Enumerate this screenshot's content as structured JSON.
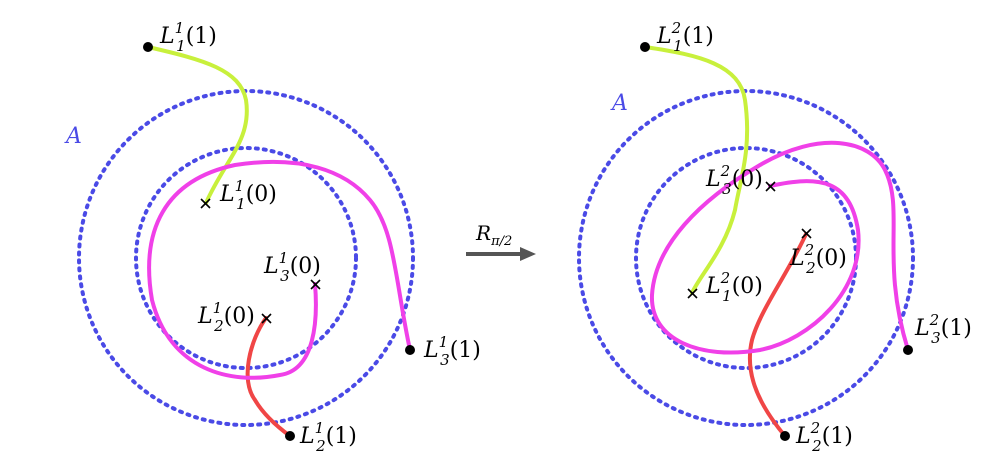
{
  "colors": {
    "annulus": "#4a4ae6",
    "strand_1": "#c8f03c",
    "strand_2": "#f04646",
    "strand_3": "#f040e8",
    "arrow": "#555555"
  },
  "arrow": {
    "label_main": "R",
    "label_sub": "π/2"
  },
  "panels": [
    {
      "annulus_label": "A",
      "labels": [
        {
          "base": "L",
          "sup": "1",
          "sub": "1",
          "arg": "(1)"
        },
        {
          "base": "L",
          "sup": "1",
          "sub": "1",
          "arg": "(0)"
        },
        {
          "base": "L",
          "sup": "1",
          "sub": "3",
          "arg": "(0)"
        },
        {
          "base": "L",
          "sup": "1",
          "sub": "2",
          "arg": "(0)"
        },
        {
          "base": "L",
          "sup": "1",
          "sub": "3",
          "arg": "(1)"
        },
        {
          "base": "L",
          "sup": "1",
          "sub": "2",
          "arg": "(1)"
        }
      ]
    },
    {
      "annulus_label": "A",
      "labels": [
        {
          "base": "L",
          "sup": "2",
          "sub": "1",
          "arg": "(1)"
        },
        {
          "base": "L",
          "sup": "2",
          "sub": "3",
          "arg": "(0)"
        },
        {
          "base": "L",
          "sup": "2",
          "sub": "2",
          "arg": "(0)"
        },
        {
          "base": "L",
          "sup": "2",
          "sub": "1",
          "arg": "(0)"
        },
        {
          "base": "L",
          "sup": "2",
          "sub": "3",
          "arg": "(1)"
        },
        {
          "base": "L",
          "sup": "2",
          "sub": "2",
          "arg": "(1)"
        }
      ]
    }
  ]
}
